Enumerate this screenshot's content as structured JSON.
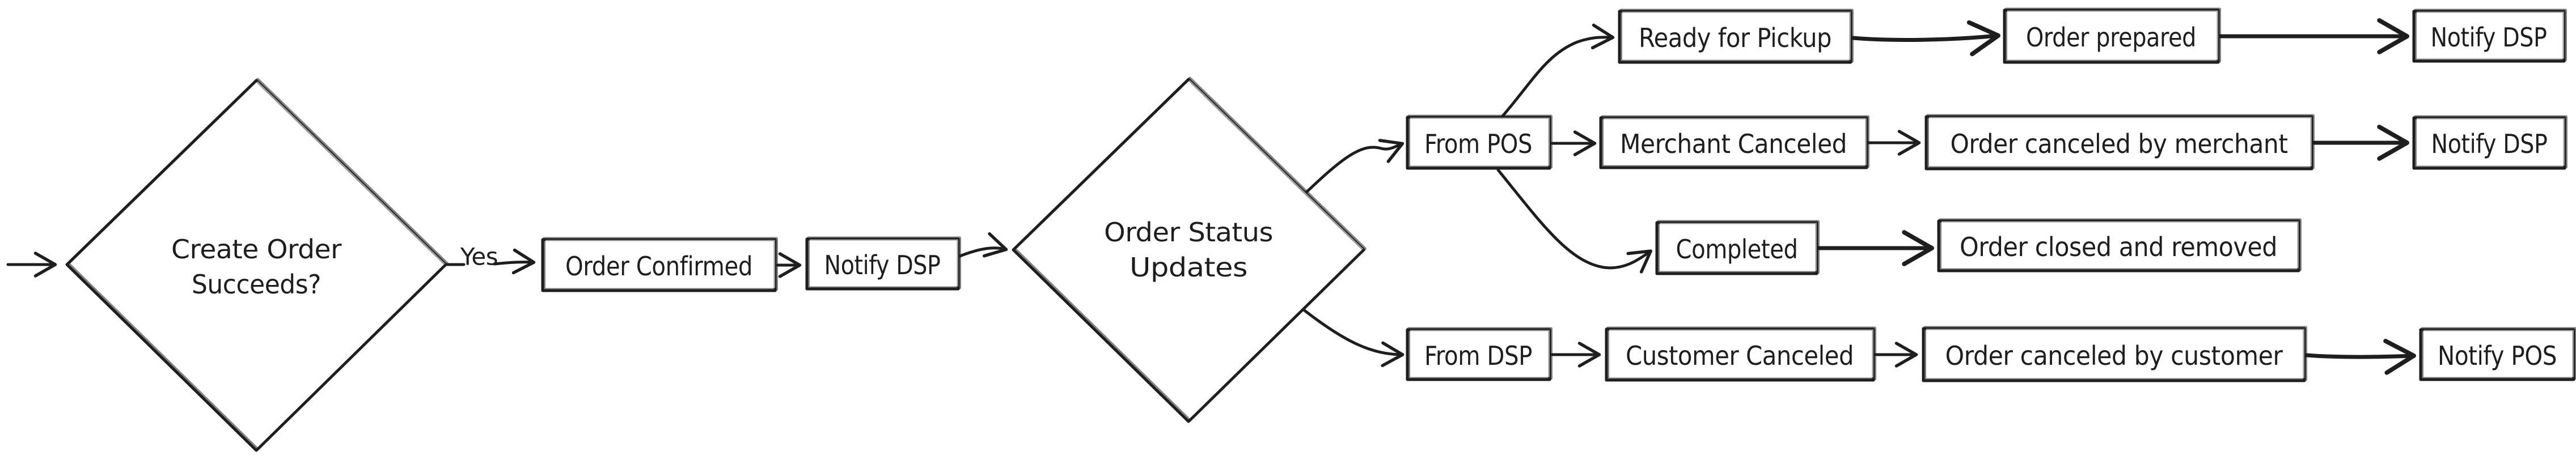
{
  "diagram": {
    "type": "flowchart",
    "colors": {
      "stroke": "#1e1e1e",
      "background": "#ffffff",
      "node_fill": "#ffffff"
    },
    "decisions": {
      "create_order": {
        "line1": "Create Order",
        "line2": "Succeeds?"
      },
      "order_status": {
        "line1": "Order Status",
        "line2": "Updates"
      }
    },
    "edge_labels": {
      "yes": "Yes"
    },
    "boxes": {
      "order_confirmed": "Order Confirmed",
      "notify_dsp_1": "Notify DSP",
      "from_pos": "From POS",
      "ready_for_pickup": "Ready for Pickup",
      "order_prepared": "Order prepared",
      "notify_dsp_top": "Notify DSP",
      "merchant_canceled": "Merchant Canceled",
      "order_canceled_by_merchant": "Order canceled by merchant",
      "notify_dsp_mid": "Notify DSP",
      "completed": "Completed",
      "order_closed_and_removed": "Order closed and removed",
      "from_dsp": "From DSP",
      "customer_canceled": "Customer Canceled",
      "order_canceled_by_customer": "Order canceled by customer",
      "notify_pos": "Notify POS"
    }
  }
}
